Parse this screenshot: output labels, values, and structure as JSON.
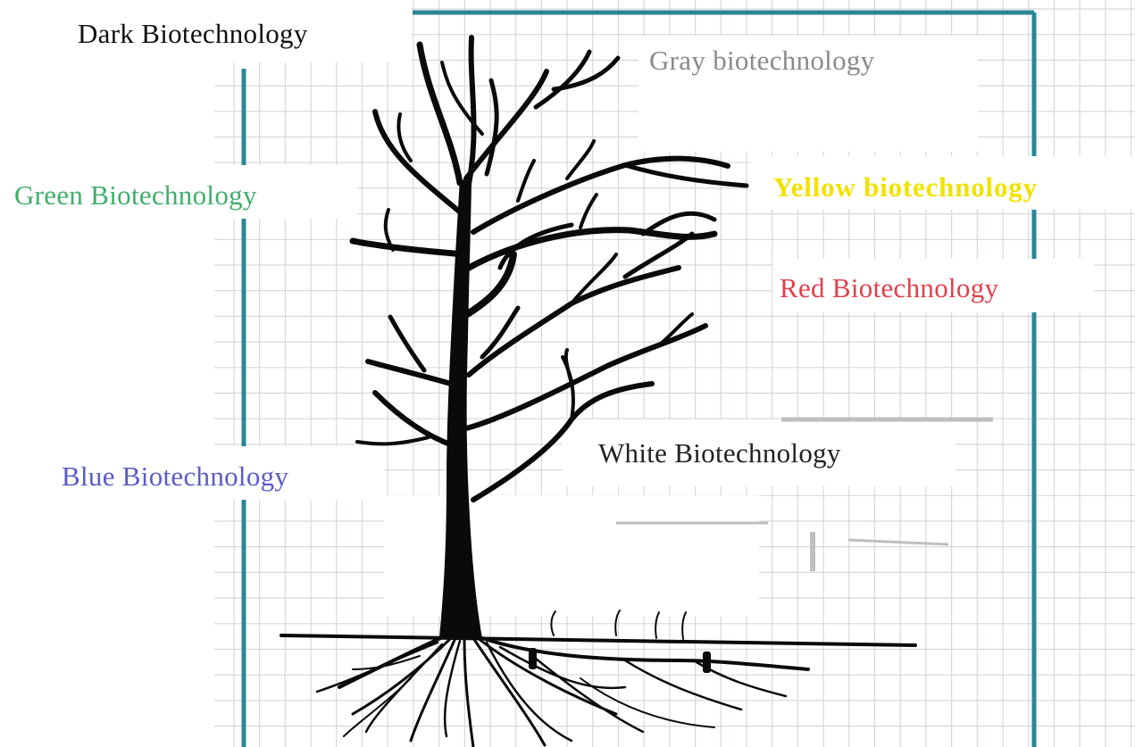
{
  "labels": {
    "dark": {
      "text": "Dark Biotechnology",
      "color": "#111111"
    },
    "gray": {
      "text": "Gray biotechnology",
      "color": "#8a8a8a"
    },
    "green": {
      "text": "Green Biotechnology",
      "color": "#3fae6a"
    },
    "yellow": {
      "text": "Yellow biotechnology",
      "color": "#f2e200"
    },
    "red": {
      "text": "Red Biotechnology",
      "color": "#e0404c"
    },
    "white": {
      "text": "White Biotechnology",
      "color": "#222222"
    },
    "blue": {
      "text": "Blue Biotechnology",
      "color": "#5b5bc8"
    }
  },
  "frame_color": "#2b8696",
  "grid_color": "#d5d9dc",
  "tree_color": "#0a0a0a"
}
